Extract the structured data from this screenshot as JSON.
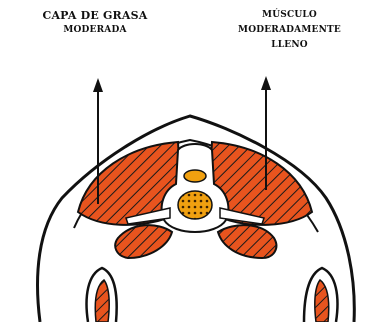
{
  "labels": {
    "fat_layer": {
      "line1": "CAPA DE GRASA",
      "line2": "MODERADA"
    },
    "muscle": {
      "line1": "MÚSCULO",
      "line2": "MODERADAMENTE",
      "line3": "LLENO"
    }
  },
  "colors": {
    "muscle": "#e8541e",
    "fat_marker": "#f0a010",
    "outline": "#111111",
    "background": "#ffffff"
  }
}
